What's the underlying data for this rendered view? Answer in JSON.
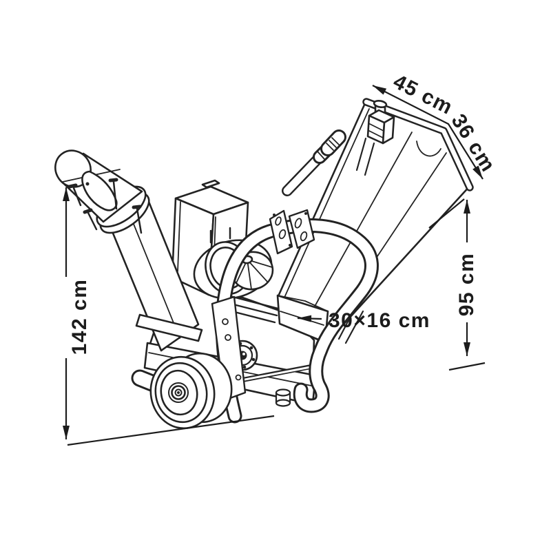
{
  "page": {
    "background": "#ffffff"
  },
  "illustration": {
    "subject": "Wood chipper / garden shredder technical line drawing with overall dimensions",
    "line_color": "#232323",
    "label_color": "#1c1c1c"
  },
  "dimensions": {
    "hopper_top_edge": "45 cm",
    "hopper_right_edge": "36 cm",
    "hopper_height": "95 cm",
    "overall_height": "142 cm",
    "infeed_opening": "30×16 cm"
  }
}
